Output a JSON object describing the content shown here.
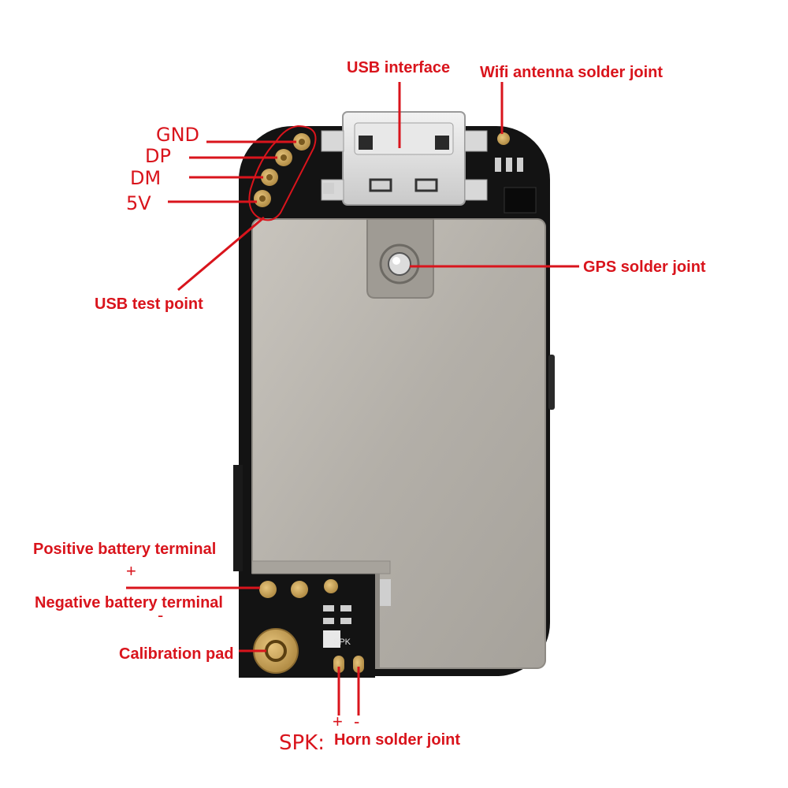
{
  "labels": {
    "usb_interface": "USB interface",
    "wifi_antenna": "Wifi antenna solder joint",
    "gnd": "GND",
    "dp": "DP",
    "dm": "DM",
    "v5": "5V",
    "usb_test_point": "USB test point",
    "gps_solder_joint": "GPS solder joint",
    "positive_battery": "Positive battery terminal",
    "plus_sign": "+",
    "negative_battery": "Negative battery terminal",
    "minus_sign": "-",
    "calibration_pad": "Calibration pad",
    "spk_plus": "+",
    "spk_minus": "-",
    "spk_prefix": "SPK:",
    "horn_solder_joint": "Horn solder joint"
  },
  "board_marking": "SPK",
  "colors": {
    "annotation": "#d9141c",
    "pcb": "#111111",
    "shield": "#b9b5ae",
    "pad_gold": "#c9a45a"
  }
}
